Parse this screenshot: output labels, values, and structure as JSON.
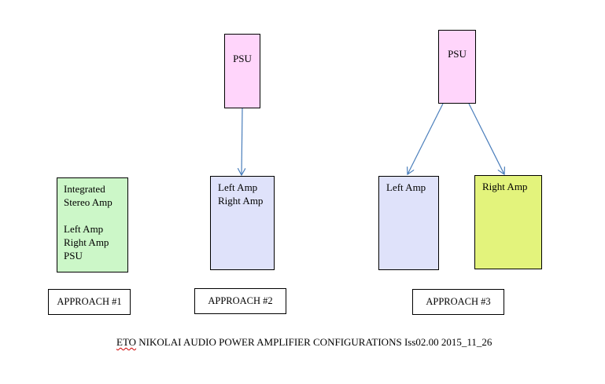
{
  "approach1": {
    "box_lines": [
      "Integrated",
      "Stereo Amp",
      "",
      "Left Amp",
      "Right Amp",
      "PSU"
    ],
    "label": "APPROACH #1",
    "fill": "#ccf7c8"
  },
  "approach2": {
    "psu_label": "PSU",
    "box_lines": [
      "Left Amp",
      "Right Amp"
    ],
    "label": "APPROACH #2",
    "fill": "#dfe2fa"
  },
  "approach3": {
    "psu_label": "PSU",
    "left_amp_label": "Left Amp",
    "right_amp_label": "Right Amp",
    "label": "APPROACH #3",
    "left_fill": "#dfe2fa",
    "right_fill": "#e3f37c"
  },
  "psu_fill": "#ffd5fb",
  "arrow_color": "#4a7ebb",
  "footer": {
    "first_word": "ETO",
    "rest": " NIKOLAI AUDIO POWER AMPLIFIER CONFIGURATIONS Iss02.00 2015_11_26"
  }
}
